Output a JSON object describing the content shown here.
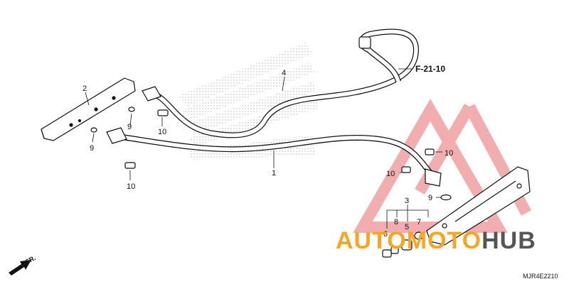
{
  "diagram": {
    "callouts": {
      "c1": "1",
      "c2": "2",
      "c3": "3",
      "c4": "4",
      "c5": "5",
      "c6": "6",
      "c7": "7",
      "c8": "8",
      "c9a": "9",
      "c9b": "9",
      "c9c": "9",
      "c10a": "10",
      "c10b": "10",
      "c10c": "10",
      "c10d": "10"
    },
    "reference": "F-21-10",
    "direction": "FR.",
    "drawing_code": "MJR4E2210"
  },
  "watermark": {
    "part1": "AUTO",
    "part2": "MOTO",
    "part3": "HUB",
    "colors": {
      "orange": "#f6a623",
      "red": "#e8534a",
      "gray": "#555555"
    }
  }
}
